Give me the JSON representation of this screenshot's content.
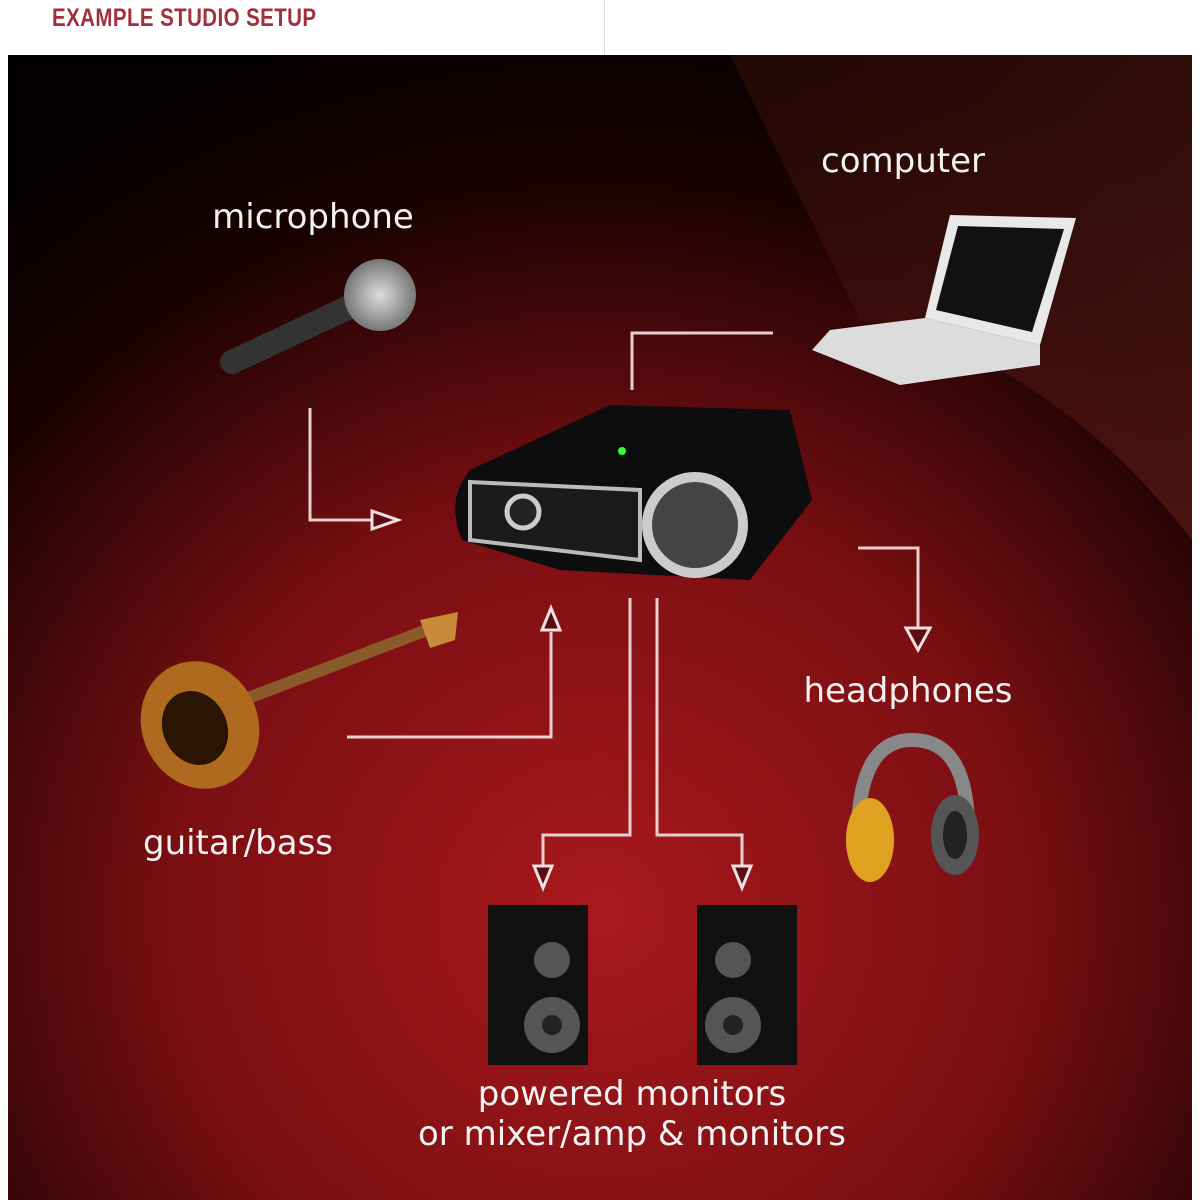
{
  "header": {
    "title": "EXAMPLE STUDIO SETUP"
  },
  "labels": {
    "computer": "computer",
    "microphone": "microphone",
    "headphones": "headphones",
    "guitar": "guitar/bass",
    "monitors_line1": "powered monitors",
    "monitors_line2": "or mixer/amp & monitors"
  },
  "colors": {
    "title": "#a0303c",
    "background_dark": "#050000",
    "background_red": "#9a1a1e",
    "connector": "#e8cfcf"
  }
}
